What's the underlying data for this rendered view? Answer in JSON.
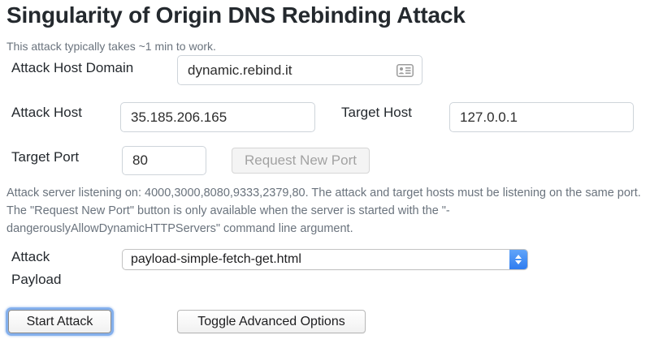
{
  "page": {
    "title": "Singularity of Origin DNS Rebinding Attack",
    "subtitle": "This attack typically takes ~1 min to work."
  },
  "form": {
    "attack_host_domain": {
      "label": "Attack Host Domain",
      "value": "dynamic.rebind.it"
    },
    "attack_host": {
      "label": "Attack Host",
      "value": "35.185.206.165"
    },
    "target_host": {
      "label": "Target Host",
      "value": "127.0.0.1"
    },
    "target_port": {
      "label": "Target Port",
      "value": "80"
    },
    "request_new_port_label": "Request New Port",
    "note": "Attack server listening on: 4000,3000,8080,9333,2379,80. The attack and target hosts must be listening on the same port. The \"Request New Port\" button is only available when the server is started with the \"-dangerouslyAllowDynamicHTTPServers\" command line argument.",
    "attack_payload": {
      "label": "Attack Payload",
      "selected": "payload-simple-fetch-get.html"
    }
  },
  "actions": {
    "start_attack_label": "Start Attack",
    "toggle_advanced_label": "Toggle Advanced Options"
  },
  "icons": {
    "autofill_contact": "contact-card-icon",
    "select_stepper": "up-down-chevrons-icon"
  },
  "colors": {
    "heading_text": "#24292e",
    "muted_text": "#6a737d",
    "input_border": "#ced4da",
    "select_accent_blue": "#2e7cf0",
    "focus_ring_blue": "#78a8eb",
    "disabled_text": "#a2a2a2"
  }
}
